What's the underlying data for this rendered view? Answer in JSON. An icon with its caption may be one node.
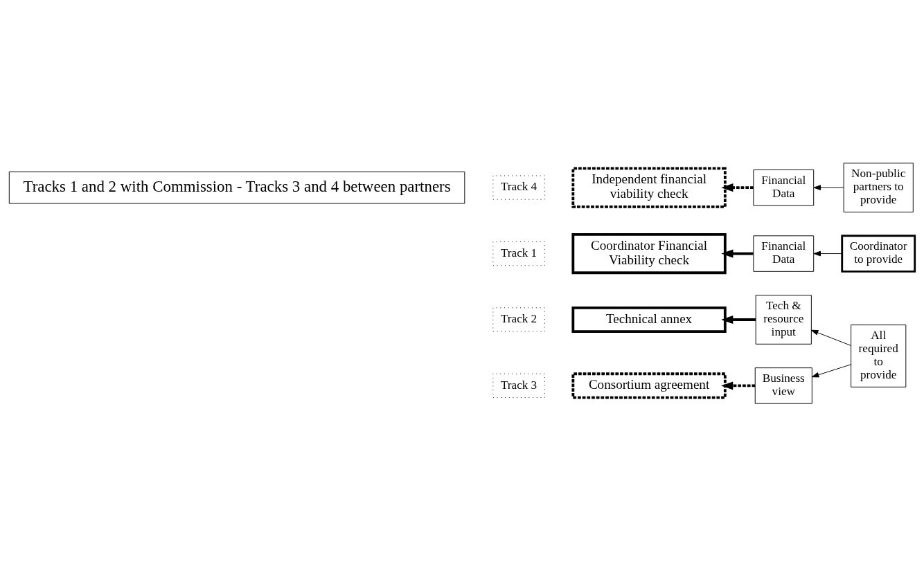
{
  "diagram": {
    "nodes": [
      {
        "text": [
          "Track 1"
        ]
      },
      {
        "text": [
          "Coordinator Financial Viability check"
        ]
      },
      {
        "text": [
          "Financial Data"
        ]
      },
      {
        "text": [
          "Coordinator to provide"
        ]
      },
      {
        "text": [
          "Track 2"
        ]
      },
      {
        "text": [
          "Technical annex"
        ]
      },
      {
        "text": [
          "Tech & resource input"
        ]
      },
      {
        "text": [
          "All required to provide"
        ]
      },
      {
        "text": [
          "Track 3"
        ]
      },
      {
        "text": [
          "Consortium agreement"
        ]
      },
      {
        "text": [
          "Business view"
        ]
      },
      {
        "text": [
          "Track 4"
        ]
      },
      {
        "text": [
          "Independent financial viability check"
        ]
      },
      {
        "text": [
          "Financial Data"
        ]
      },
      {
        "text": [
          "Non-public partners to provide"
        ]
      },
      {
        "text": [
          "Tracks 1 and 2 with Commission - Tracks 3 and 4 between partners"
        ]
      }
    ],
    "edges": [
      {
        "from": 2,
        "to": 1,
        "arrow": "to",
        "style": "thick"
      },
      {
        "from": 3,
        "to": 2,
        "arrow": "to"
      },
      {
        "from": 6,
        "to": 5,
        "arrow": "to",
        "style": "thick"
      },
      {
        "from": 7,
        "to": 6,
        "arrow": "to"
      },
      {
        "from": 7,
        "to": 10,
        "arrow": "to"
      },
      {
        "from": 10,
        "to": 9,
        "arrow": "to",
        "style": "dashed"
      },
      {
        "from": 14,
        "to": 13,
        "arrow": "to"
      },
      {
        "from": 13,
        "to": 12,
        "arrow": "to",
        "style": "dashed"
      }
    ]
  }
}
